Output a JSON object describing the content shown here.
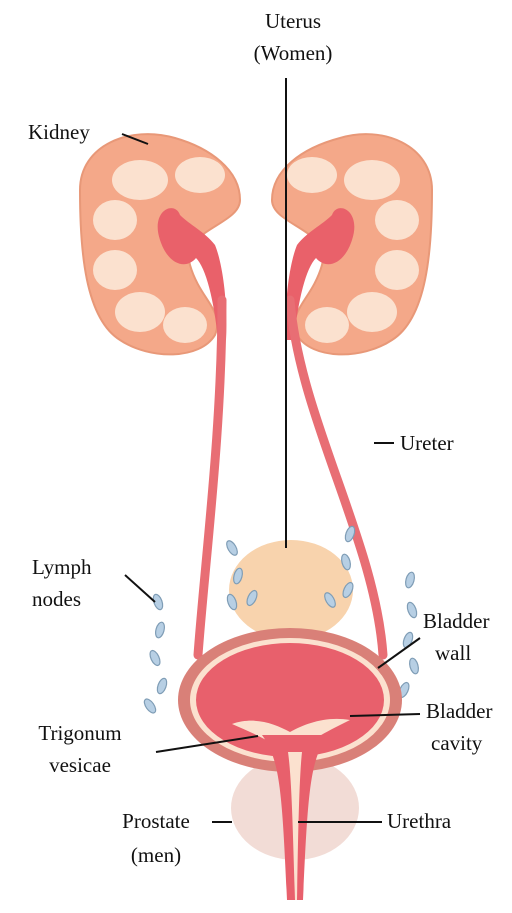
{
  "labels": {
    "uterus_line1": "Uterus",
    "uterus_line2": "(Women)",
    "kidney": "Kidney",
    "ureter": "Ureter",
    "lymph_line1": "Lymph",
    "lymph_line2": "nodes",
    "bladder_wall_line1": "Bladder",
    "bladder_wall_line2": "wall",
    "trigonum_line1": "Trigonum",
    "trigonum_line2": "vesicae",
    "bladder_cavity_line1": "Bladder",
    "bladder_cavity_line2": "cavity",
    "prostate_line1": "Prostate",
    "prostate_line2": "(men)",
    "urethra": "Urethra"
  },
  "colors": {
    "kidney_cortex": "#f4a889",
    "kidney_medulla": "#fbe1cf",
    "kidney_pelvis": "#e9616a",
    "ureter": "#e86e74",
    "bladder_wall": "#d98078",
    "bladder_cavity": "#e8606c",
    "uterus": "#f8d3ad",
    "prostate": "#f2dcd6",
    "lymph_node": "#b7cfe4",
    "leader_line": "#111111"
  }
}
